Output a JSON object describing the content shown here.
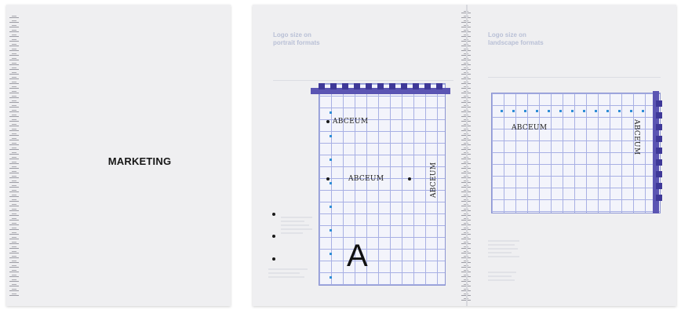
{
  "cover": {
    "title": "MARKETING"
  },
  "spread": {
    "left_page": {
      "heading_line1": "Logo size on",
      "heading_line2": "portrait formats",
      "logo_top": "ABCEUM",
      "logo_middle": "ABCEUM",
      "logo_vertical": "ABCEUM",
      "symbol": "A"
    },
    "right_page": {
      "heading_line1": "Logo size on",
      "heading_line2": "landscape formats",
      "logo_horizontal": "ABCEUM",
      "logo_vertical": "ABCEUM"
    }
  },
  "colors": {
    "page": "#efeff1",
    "grid_line": "#a8b0e4",
    "accent_bar": "#5b55b3",
    "dot": "#2f8ed6"
  }
}
